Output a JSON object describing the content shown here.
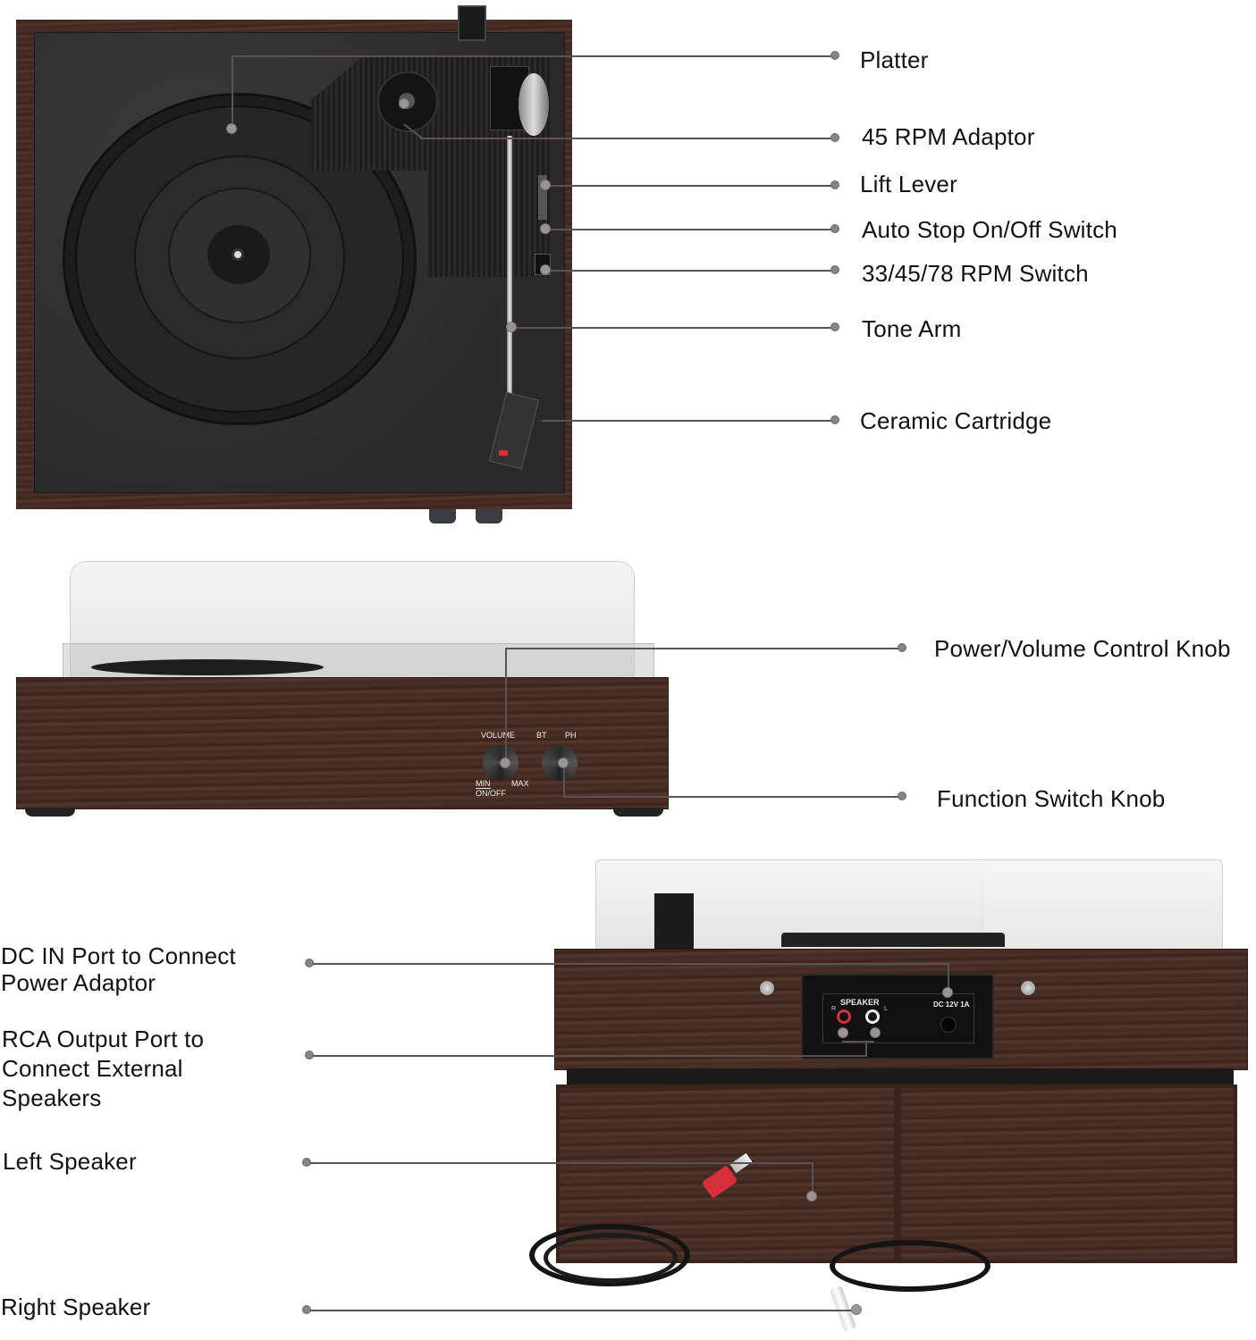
{
  "top_view": {
    "callouts": [
      {
        "id": "platter",
        "label": "Platter"
      },
      {
        "id": "adaptor",
        "label": "45 RPM Adaptor"
      },
      {
        "id": "lift-lever",
        "label": "Lift Lever"
      },
      {
        "id": "auto-stop",
        "label": "Auto Stop On/Off Switch"
      },
      {
        "id": "rpm-switch",
        "label": "33/45/78 RPM Switch"
      },
      {
        "id": "tone-arm",
        "label": "Tone Arm"
      },
      {
        "id": "cartridge",
        "label": "Ceramic Cartridge"
      }
    ]
  },
  "front_view": {
    "panel_text": {
      "volume": "VOLUME",
      "bt": "BT",
      "ph": "PH",
      "min": "MIN",
      "max": "MAX",
      "onoff": "ON/OFF"
    },
    "callouts": [
      {
        "id": "power-volume-knob",
        "label": "Power/Volume Control Knob"
      },
      {
        "id": "function-knob",
        "label": "Function Switch Knob"
      }
    ]
  },
  "rear_view": {
    "panel_text": {
      "speaker": "SPEAKER",
      "r": "R",
      "l": "L",
      "dc": "DC 12V 1A"
    },
    "callouts": [
      {
        "id": "dc-in",
        "label": "DC IN Port to Connect Power Adaptor"
      },
      {
        "id": "rca-out",
        "label": "RCA Output Port to Connect External Speakers"
      },
      {
        "id": "left-speaker",
        "label": "Left Speaker"
      },
      {
        "id": "right-speaker",
        "label": "Right Speaker"
      }
    ]
  },
  "colors": {
    "wood": "#4a2e26",
    "felt": "#2f2f2f",
    "callout_line": "#5a5253",
    "callout_dot": "#8a8283",
    "rca_red": "#d8303a"
  }
}
